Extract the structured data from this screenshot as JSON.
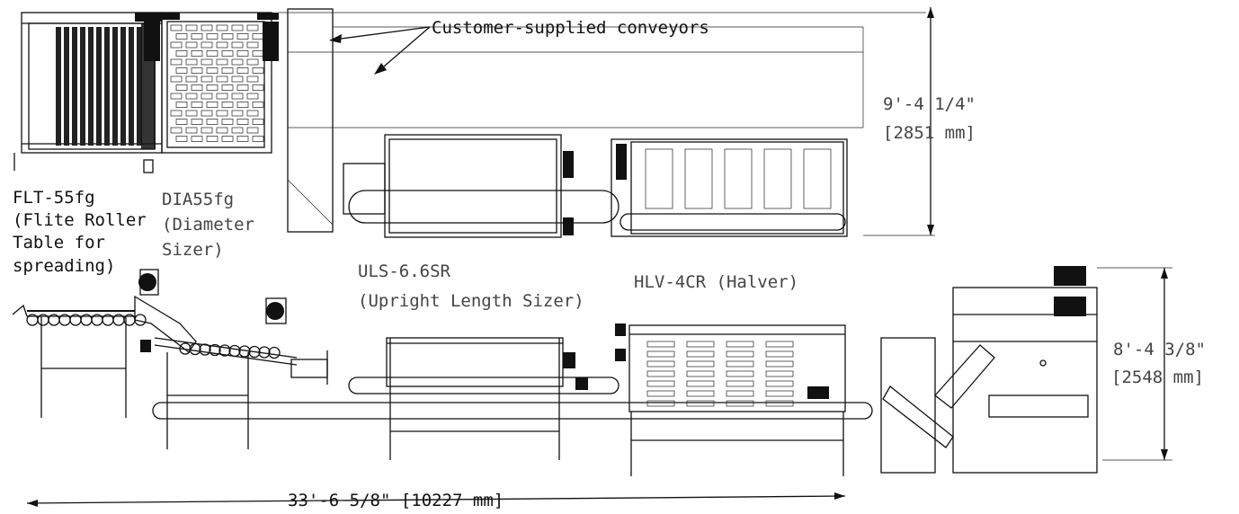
{
  "callout": {
    "customer_conveyors": "Customer-supplied conveyors"
  },
  "dimensions": {
    "top_height_ft": "9'-4 1/4\"",
    "top_height_mm": "[2851 mm]",
    "side_height_ft": "8'-4 3/8\"",
    "side_height_mm": "[2548 mm]",
    "overall_length": "33'-6 5/8\" [10227 mm]"
  },
  "machines": {
    "flt": {
      "model": "FLT-55fg",
      "desc_lines": [
        "(Flite Roller",
        "Table for",
        "spreading)"
      ]
    },
    "dia": {
      "model": "DIA55fg",
      "desc_lines": [
        "(Diameter",
        "Sizer)"
      ]
    },
    "uls": {
      "model": "ULS-6.6SR",
      "desc": "(Upright Length Sizer)"
    },
    "hlv": {
      "model": "HLV-4CR (Halver)"
    }
  },
  "colors": {
    "line": "#111111",
    "background": "#ffffff",
    "label_gray": "#444444"
  }
}
